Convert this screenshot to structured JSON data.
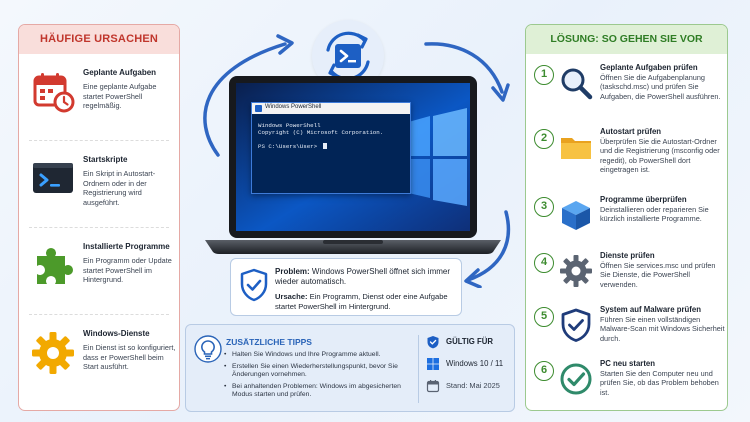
{
  "causes": {
    "title": "HÄUFIGE URSACHEN",
    "items": [
      {
        "title": "Geplante Aufgaben",
        "text": "Eine geplante Aufgabe startet PowerShell regelmäßig.",
        "icon": "calendar-clock-icon"
      },
      {
        "title": "Startskripte",
        "text": "Ein Skript in Autostart-Ordnern oder in der Registrierung wird ausgeführt.",
        "icon": "terminal-icon"
      },
      {
        "title": "Installierte Programme",
        "text": "Ein Programm oder Update startet PowerShell im Hintergrund.",
        "icon": "puzzle-icon"
      },
      {
        "title": "Windows-Dienste",
        "text": "Ein Dienst ist so konfiguriert, dass er PowerShell beim Start ausführt.",
        "icon": "gear-icon"
      }
    ]
  },
  "window": {
    "title": "Windows PowerShell",
    "line1": "Windows PowerShell",
    "line2": "Copyright (C) Microsoft Corporation.",
    "prompt": "PS C:\\Users\\User>"
  },
  "problem": {
    "label": "Problem:",
    "text": " Windows PowerShell öffnet sich immer wieder automatisch.",
    "cause_label": "Ursache:",
    "cause_text": " Ein Programm, Dienst oder eine Aufgabe startet PowerShell im Hintergrund."
  },
  "tips": {
    "title": "ZUSÄTZLICHE TIPPS",
    "items": [
      "Halten Sie Windows und Ihre Programme aktuell.",
      "Erstellen Sie einen Wiederherstellungspunkt, bevor Sie Änderungen vornehmen.",
      "Bei anhaltenden Problemen: Windows im abgesicherten Modus starten und prüfen."
    ],
    "valid_title": "GÜLTIG FÜR",
    "valid_os": "Windows 10 / 11",
    "status": "Stand: Mai 2025"
  },
  "solution": {
    "title": "LÖSUNG: SO GEHEN SIE VOR",
    "steps": [
      {
        "num": "1",
        "title": "Geplante Aufgaben prüfen",
        "text": "Öffnen Sie die Aufgabenplanung (taskschd.msc) und prüfen Sie Aufgaben, die PowerShell ausführen.",
        "icon": "magnifier-icon"
      },
      {
        "num": "2",
        "title": "Autostart prüfen",
        "text": "Überprüfen Sie die Autostart-Ordner und die Registrierung (msconfig oder regedit), ob PowerShell dort eingetragen ist.",
        "icon": "folder-icon"
      },
      {
        "num": "3",
        "title": "Programme überprüfen",
        "text": "Deinstallieren oder reparieren Sie kürzlich installierte Programme.",
        "icon": "package-cube-icon"
      },
      {
        "num": "4",
        "title": "Dienste prüfen",
        "text": "Öffnen Sie services.msc und prüfen Sie Dienste, die PowerShell verwenden.",
        "icon": "gear-icon"
      },
      {
        "num": "5",
        "title": "System auf Malware prüfen",
        "text": "Führen Sie einen vollständigen Malware-Scan mit Windows Sicherheit durch.",
        "icon": "shield-icon"
      },
      {
        "num": "6",
        "title": "PC neu starten",
        "text": "Starten Sie den Computer neu und prüfen Sie, ob das Problem behoben ist.",
        "icon": "check-circle-icon"
      }
    ]
  },
  "colors": {
    "red_accent": "#c0362c",
    "green_accent": "#2f7d25",
    "blue_accent": "#2a64b8",
    "powershell_blue": "#1d5fc4"
  }
}
